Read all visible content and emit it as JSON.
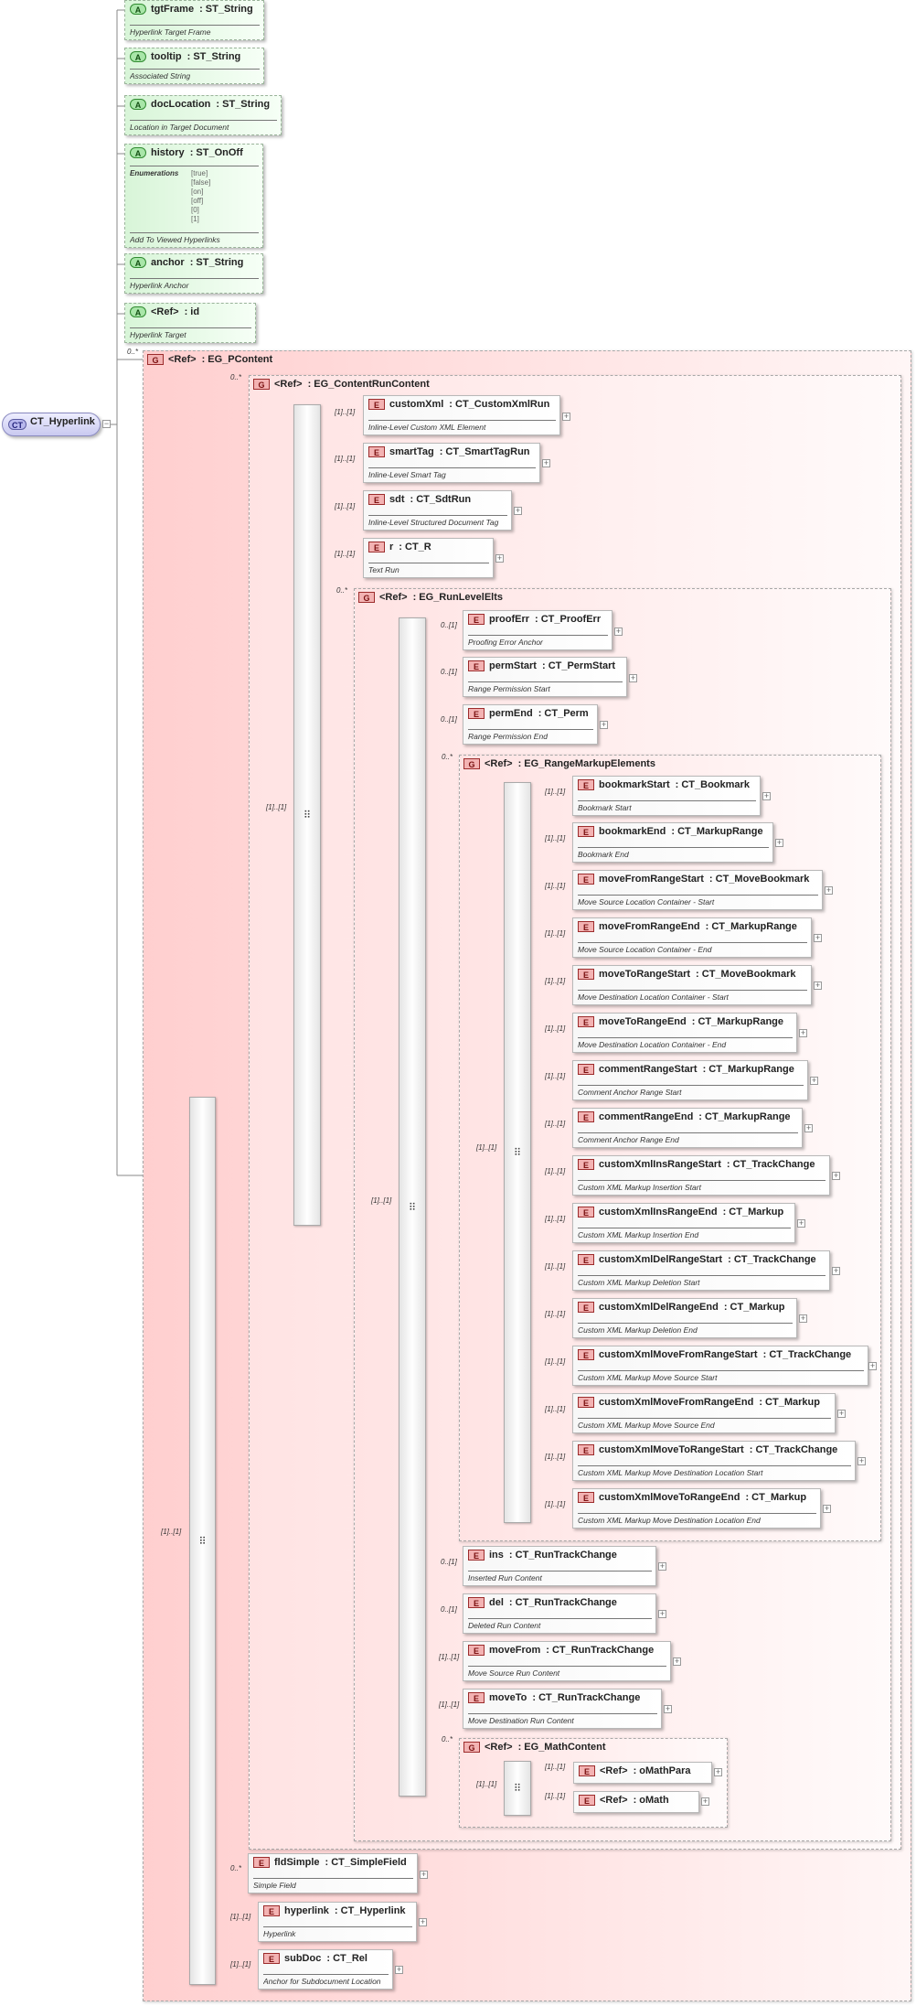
{
  "root": {
    "badge": "CT",
    "name": "CT_Hyperlink"
  },
  "attributes": [
    {
      "badge": "A",
      "name": "tgtFrame",
      "type": ": ST_String",
      "desc": "Hyperlink Target Frame"
    },
    {
      "badge": "A",
      "name": "tooltip",
      "type": ": ST_String",
      "desc": "Associated String"
    },
    {
      "badge": "A",
      "name": "docLocation",
      "type": ": ST_String",
      "desc": "Location in Target Document"
    },
    {
      "badge": "A",
      "name": "history",
      "type": ": ST_OnOff",
      "desc": "Add To Viewed Hyperlinks",
      "enum_label": "Enumerations",
      "enum_values": [
        "[true]",
        "[false]",
        "[on]",
        "[off]",
        "[0]",
        "[1]"
      ]
    },
    {
      "badge": "A",
      "name": "anchor",
      "type": ": ST_String",
      "desc": "Hyperlink Anchor"
    },
    {
      "badge": "A",
      "name": "<Ref>",
      "type": ": id",
      "desc": "Hyperlink Target"
    }
  ],
  "groups": {
    "pcontent": {
      "badge": "G",
      "ref": "<Ref>",
      "name": ": EG_PContent",
      "occ": "0..*"
    },
    "contentrun": {
      "badge": "G",
      "ref": "<Ref>",
      "name": ": EG_ContentRunContent",
      "occ": "0..*"
    },
    "runlevel": {
      "badge": "G",
      "ref": "<Ref>",
      "name": ": EG_RunLevelElts",
      "occ": "0..*"
    },
    "rangemarkup": {
      "badge": "G",
      "ref": "<Ref>",
      "name": ": EG_RangeMarkupElements",
      "occ": "0..*"
    },
    "mathcontent": {
      "badge": "G",
      "ref": "<Ref>",
      "name": ": EG_MathContent",
      "occ": "0..*"
    }
  },
  "contentrun_elements": [
    {
      "badge": "E",
      "name": "customXml",
      "type": ": CT_CustomXmlRun",
      "desc": "Inline-Level Custom XML Element",
      "occ": "[1]..[1]"
    },
    {
      "badge": "E",
      "name": "smartTag",
      "type": ": CT_SmartTagRun",
      "desc": "Inline-Level Smart Tag",
      "occ": "[1]..[1]"
    },
    {
      "badge": "E",
      "name": "sdt",
      "type": ": CT_SdtRun",
      "desc": "Inline-Level Structured Document Tag",
      "occ": "[1]..[1]"
    },
    {
      "badge": "E",
      "name": "r",
      "type": ": CT_R",
      "desc": "Text Run",
      "occ": "[1]..[1]"
    }
  ],
  "runlevel_elements": [
    {
      "badge": "E",
      "name": "proofErr",
      "type": ": CT_ProofErr",
      "desc": "Proofing Error Anchor",
      "occ": "0..[1]"
    },
    {
      "badge": "E",
      "name": "permStart",
      "type": ": CT_PermStart",
      "desc": "Range Permission Start",
      "occ": "0..[1]"
    },
    {
      "badge": "E",
      "name": "permEnd",
      "type": ": CT_Perm",
      "desc": "Range Permission End",
      "occ": "0..[1]"
    }
  ],
  "rangemarkup_elements": [
    {
      "badge": "E",
      "name": "bookmarkStart",
      "type": ": CT_Bookmark",
      "desc": "Bookmark Start",
      "occ": "[1]..[1]"
    },
    {
      "badge": "E",
      "name": "bookmarkEnd",
      "type": ": CT_MarkupRange",
      "desc": "Bookmark End",
      "occ": "[1]..[1]"
    },
    {
      "badge": "E",
      "name": "moveFromRangeStart",
      "type": ": CT_MoveBookmark",
      "desc": "Move Source Location Container - Start",
      "occ": "[1]..[1]"
    },
    {
      "badge": "E",
      "name": "moveFromRangeEnd",
      "type": ": CT_MarkupRange",
      "desc": "Move Source Location Container - End",
      "occ": "[1]..[1]"
    },
    {
      "badge": "E",
      "name": "moveToRangeStart",
      "type": ": CT_MoveBookmark",
      "desc": "Move Destination Location Container - Start",
      "occ": "[1]..[1]"
    },
    {
      "badge": "E",
      "name": "moveToRangeEnd",
      "type": ": CT_MarkupRange",
      "desc": "Move Destination Location Container - End",
      "occ": "[1]..[1]"
    },
    {
      "badge": "E",
      "name": "commentRangeStart",
      "type": ": CT_MarkupRange",
      "desc": "Comment Anchor Range Start",
      "occ": "[1]..[1]"
    },
    {
      "badge": "E",
      "name": "commentRangeEnd",
      "type": ": CT_MarkupRange",
      "desc": "Comment Anchor Range End",
      "occ": "[1]..[1]"
    },
    {
      "badge": "E",
      "name": "customXmlInsRangeStart",
      "type": ": CT_TrackChange",
      "desc": "Custom XML Markup Insertion Start",
      "occ": "[1]..[1]"
    },
    {
      "badge": "E",
      "name": "customXmlInsRangeEnd",
      "type": ": CT_Markup",
      "desc": "Custom XML Markup Insertion End",
      "occ": "[1]..[1]"
    },
    {
      "badge": "E",
      "name": "customXmlDelRangeStart",
      "type": ": CT_TrackChange",
      "desc": "Custom XML Markup Deletion Start",
      "occ": "[1]..[1]"
    },
    {
      "badge": "E",
      "name": "customXmlDelRangeEnd",
      "type": ": CT_Markup",
      "desc": "Custom XML Markup Deletion End",
      "occ": "[1]..[1]"
    },
    {
      "badge": "E",
      "name": "customXmlMoveFromRangeStart",
      "type": ": CT_TrackChange",
      "desc": "Custom XML Markup Move Source Start",
      "occ": "[1]..[1]"
    },
    {
      "badge": "E",
      "name": "customXmlMoveFromRangeEnd",
      "type": ": CT_Markup",
      "desc": "Custom XML Markup Move Source End",
      "occ": "[1]..[1]"
    },
    {
      "badge": "E",
      "name": "customXmlMoveToRangeStart",
      "type": ": CT_TrackChange",
      "desc": "Custom XML Markup Move Destination Location Start",
      "occ": "[1]..[1]"
    },
    {
      "badge": "E",
      "name": "customXmlMoveToRangeEnd",
      "type": ": CT_Markup",
      "desc": "Custom XML Markup Move Destination Location End",
      "occ": "[1]..[1]"
    }
  ],
  "trackchange_elements": [
    {
      "badge": "E",
      "name": "ins",
      "type": ": CT_RunTrackChange",
      "desc": "Inserted Run Content",
      "occ": "0..[1]"
    },
    {
      "badge": "E",
      "name": "del",
      "type": ": CT_RunTrackChange",
      "desc": "Deleted Run Content",
      "occ": "0..[1]"
    },
    {
      "badge": "E",
      "name": "moveFrom",
      "type": ": CT_RunTrackChange",
      "desc": "Move Source Run Content",
      "occ": "[1]..[1]"
    },
    {
      "badge": "E",
      "name": "moveTo",
      "type": ": CT_RunTrackChange",
      "desc": "Move Destination Run Content",
      "occ": "[1]..[1]"
    }
  ],
  "math_elements": [
    {
      "badge": "E",
      "name": "<Ref>",
      "type": ": oMathPara",
      "occ": "[1]..[1]"
    },
    {
      "badge": "E",
      "name": "<Ref>",
      "type": ": oMath",
      "occ": "[1]..[1]"
    }
  ],
  "pcontent_elements": [
    {
      "badge": "E",
      "name": "fldSimple",
      "type": ": CT_SimpleField",
      "desc": "Simple Field",
      "occ": "0..*"
    },
    {
      "badge": "E",
      "name": "hyperlink",
      "type": ": CT_Hyperlink",
      "desc": "Hyperlink",
      "occ": "[1]..[1]"
    },
    {
      "badge": "E",
      "name": "subDoc",
      "type": ": CT_Rel",
      "desc": "Anchor for Subdocument Location",
      "occ": "[1]..[1]"
    }
  ],
  "choice_occurrences": {
    "pcontent": "[1]..[1]",
    "contentrun": "[1]..[1]",
    "runlevel": "[1]..[1]",
    "rangemarkup": "[1]..[1]",
    "math": "[1]..[1]"
  },
  "compositor_glyph": "⠿",
  "colors": {
    "element": "#f3b3b3",
    "attribute": "#a8e6a8",
    "group": "#ffcfcf",
    "complex_type": "#c9c9f0"
  }
}
